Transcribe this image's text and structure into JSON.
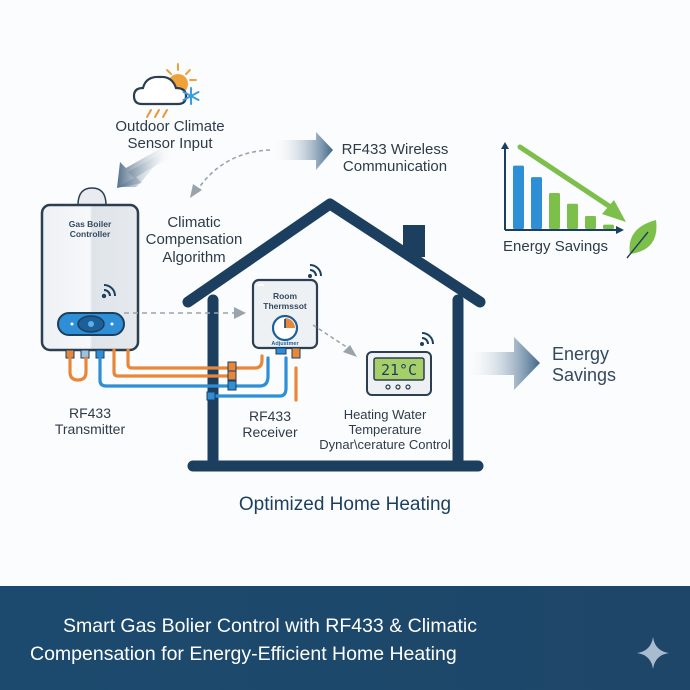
{
  "labels": {
    "outdoor_sensor": [
      "Outdoor Climate",
      "Sensor Input"
    ],
    "rf_wireless": [
      "RF433 Wireless",
      "Communication"
    ],
    "climatic_algorithm": [
      "Climatic",
      "Compensation",
      "Algorithm"
    ],
    "boiler_controller": [
      "Gas Boiler",
      "Controller"
    ],
    "room_thermostat": [
      "Room",
      "Thermssot"
    ],
    "thermostat_sub": "Adjustmer",
    "rf_transmitter": [
      "RF433",
      "Transmitter"
    ],
    "rf_receiver": [
      "RF433",
      "Receiver"
    ],
    "heating_water": [
      "Heating Water",
      "Temperature",
      "Dynar\\cerature Control"
    ],
    "energy_savings_right": [
      "Energy",
      "Savings"
    ],
    "energy_savings_chart": "Energy Savings",
    "optimized": "Optimized Home Heating",
    "display_temp": "21°C"
  },
  "footer": {
    "title_line1": "Smart Gas Bolier Control with RF433 & Climatic",
    "title_line2": "Compensation for Energy-Efficient Home Heating"
  },
  "icons": {
    "weather": "cloud-sun-snow-rain-icon",
    "wifi": "wifi-signal-icon",
    "leaf": "leaf-icon",
    "sparkle": "sparkle-star-icon"
  },
  "colors": {
    "navy": "#1d3f5f",
    "blue": "#2e8fd6",
    "orange": "#e8873a",
    "green": "#7cc04b",
    "footer": "#1b4a6e",
    "lcd": "#a6cf6a"
  },
  "energy_bars": [
    {
      "level": 0.88,
      "color": "blue"
    },
    {
      "level": 0.72,
      "color": "blue"
    },
    {
      "level": 0.5,
      "color": "green"
    },
    {
      "level": 0.35,
      "color": "green"
    },
    {
      "level": 0.18,
      "color": "green"
    },
    {
      "level": 0.06,
      "color": "green"
    }
  ]
}
